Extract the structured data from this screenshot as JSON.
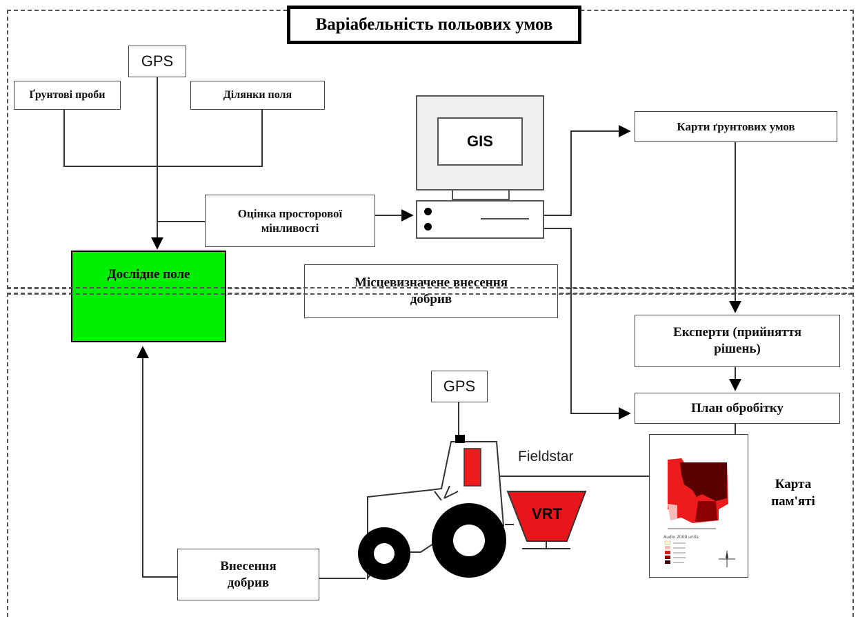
{
  "diagram": {
    "title": "Варіабельність польових умов",
    "nodes": {
      "gps_top": "GPS",
      "soil_samples": "Ґрунтові проби",
      "field_plots": "Ділянки поля",
      "spatial_variability": "Оцінка просторової мінливості",
      "gis": "GIS",
      "soil_maps": "Карти ґрунтових умов",
      "experimental_field": "Дослідне поле",
      "site_specific": "Місцевизначене внесення добрив",
      "experts": "Експерти (прийняття рішень)",
      "processing_plan": "План обробітку",
      "gps_tractor": "GPS",
      "fieldstar": "Fieldstar",
      "vrt": "VRT",
      "memory_map": "Карта пам'яті",
      "fertilizing": "Внесення добрив"
    },
    "colors": {
      "experimental_field_fill": "#00ee00",
      "vrt_fill": "#e8161b",
      "map_dark": "#5a0000",
      "map_red": "#e00000"
    }
  }
}
